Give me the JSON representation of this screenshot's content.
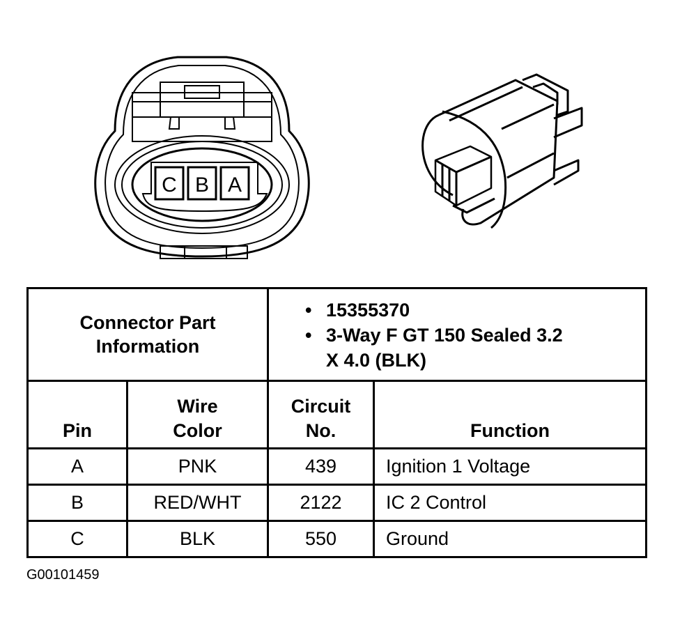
{
  "diagram": {
    "front_view": {
      "cavity_labels": [
        "C",
        "B",
        "A"
      ]
    },
    "iso_view": {}
  },
  "connector_info": {
    "label_line1": "Connector Part",
    "label_line2": "Information",
    "part_number": "15355370",
    "description_line1": "3-Way F GT 150 Sealed 3.2",
    "description_line2": "X 4.0 (BLK)"
  },
  "table": {
    "headers": {
      "pin": "Pin",
      "wire_color_line1": "Wire",
      "wire_color_line2": "Color",
      "circuit_line1": "Circuit",
      "circuit_line2": "No.",
      "function": "Function"
    },
    "rows": [
      {
        "pin": "A",
        "wire_color": "PNK",
        "circuit": "439",
        "function": "Ignition 1 Voltage"
      },
      {
        "pin": "B",
        "wire_color": "RED/WHT",
        "circuit": "2122",
        "function": "IC 2 Control"
      },
      {
        "pin": "C",
        "wire_color": "BLK",
        "circuit": "550",
        "function": "Ground"
      }
    ]
  },
  "figure_id": "G00101459"
}
